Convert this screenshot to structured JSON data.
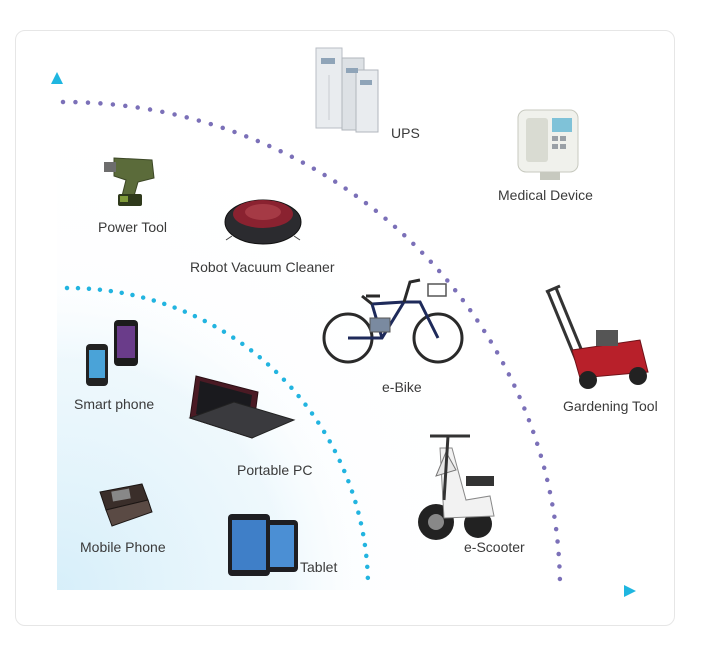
{
  "devices": [
    {
      "id": "ups",
      "label": "UPS",
      "icon": "ups-cabinet-icon"
    },
    {
      "id": "medical",
      "label": "Medical Device",
      "icon": "infusion-pump-icon"
    },
    {
      "id": "power-tool",
      "label": "Power Tool",
      "icon": "drill-icon"
    },
    {
      "id": "robot-vacuum",
      "label": "Robot Vacuum Cleaner",
      "icon": "robot-vacuum-icon"
    },
    {
      "id": "ebike",
      "label": "e-Bike",
      "icon": "bicycle-icon"
    },
    {
      "id": "gardening",
      "label": "Gardening Tool",
      "icon": "lawn-mower-icon"
    },
    {
      "id": "smartphone",
      "label": "Smart phone",
      "icon": "smartphone-icon"
    },
    {
      "id": "portable-pc",
      "label": "Portable PC",
      "icon": "laptop-icon"
    },
    {
      "id": "mobile-phone",
      "label": "Mobile Phone",
      "icon": "flip-phone-icon"
    },
    {
      "id": "tablet",
      "label": "Tablet",
      "icon": "tablet-icon"
    },
    {
      "id": "escooter",
      "label": "e-Scooter",
      "icon": "scooter-icon"
    }
  ],
  "colors": {
    "axis_start": "#2fd07a",
    "axis_end": "#1fb6e0",
    "inner_dots": "#22b4e0",
    "outer_dots": "#7b70b8",
    "label_text": "#3a3a3a",
    "inner_glow": "#e3f4fb"
  }
}
